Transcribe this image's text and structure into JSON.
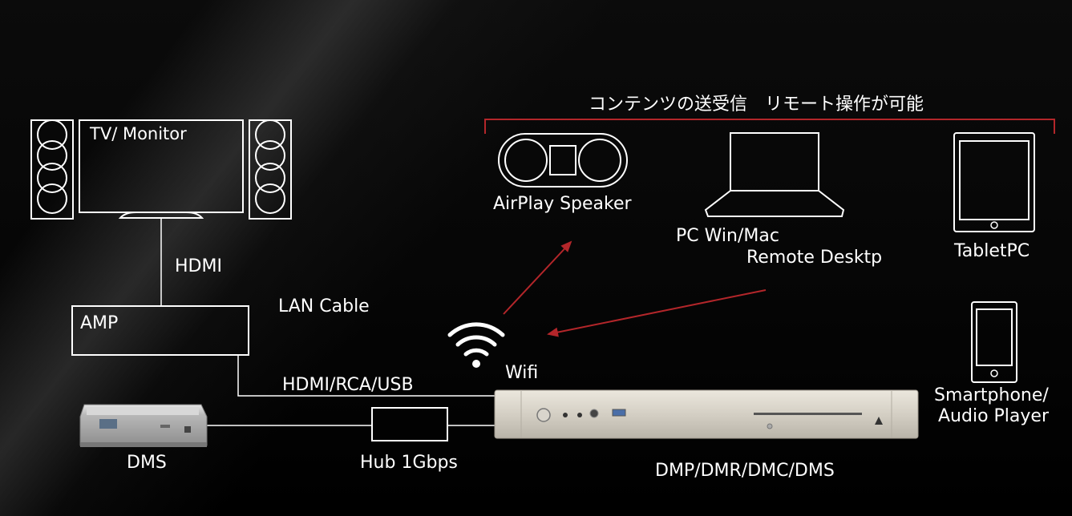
{
  "header": {
    "caption": "コンテンツの送受信　リモート操作が可能"
  },
  "labels": {
    "tv": "TV/ Monitor",
    "hdmi": "HDMI",
    "amp": "AMP",
    "lan": "LAN Cable",
    "hdmi_rca_usb": "HDMI/RCA/USB",
    "wifi": "Wifi",
    "airplay": "AirPlay Speaker",
    "pc_line1": "PC Win/Mac",
    "pc_line2": "Remote Desktp",
    "tablet": "TabletPC",
    "smartphone_line1": "Smartphone/",
    "smartphone_line2": "Audio Player",
    "dms": "DMS",
    "hub": "Hub 1Gbps",
    "main_device": "DMP/DMR/DMC/DMS"
  },
  "colors": {
    "background": "#000000",
    "line": "#ffffff",
    "accent": "#b3262a",
    "device_silver": "#cfcac0"
  },
  "icons": [
    "speaker-icon",
    "tv-icon",
    "wifi-icon",
    "airplay-speaker-icon",
    "laptop-icon",
    "tablet-icon",
    "smartphone-icon",
    "nas-server-icon",
    "media-player-device-icon"
  ]
}
